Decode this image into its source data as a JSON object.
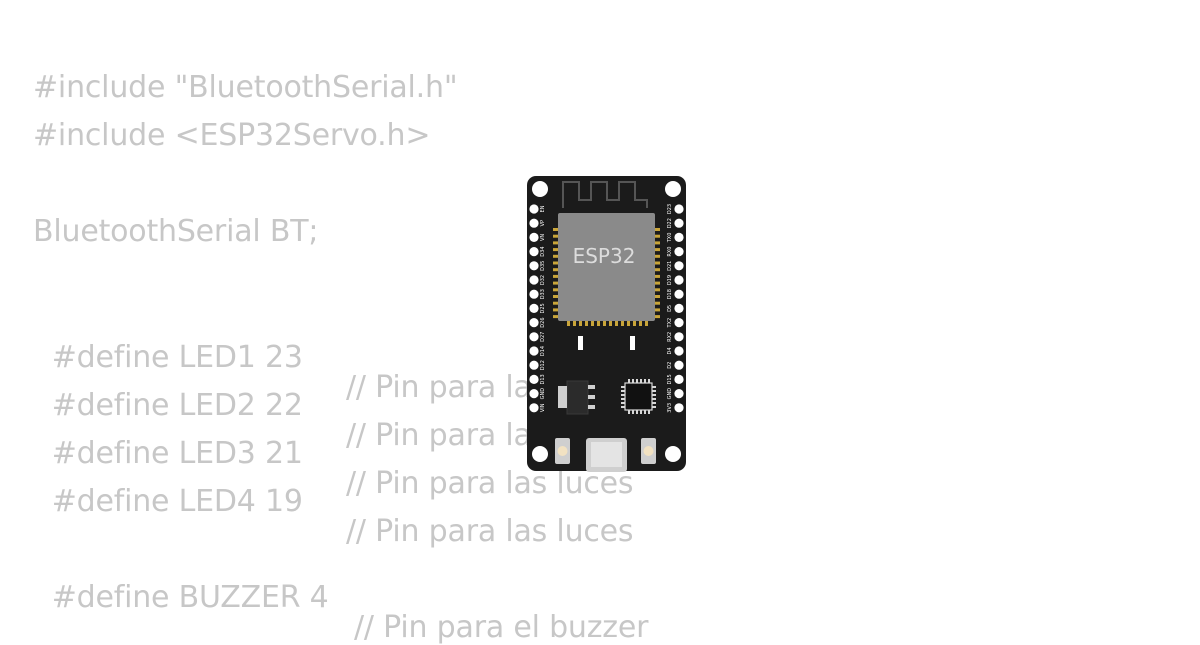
{
  "code": {
    "include1": "#include \"BluetoothSerial.h\"",
    "include2": "#include <ESP32Servo.h>",
    "bt_decl": "BluetoothSerial BT;",
    "led1_define": "#define LED1 23",
    "led1_comment": "// Pin para las luces",
    "led2_define": "#define LED2 22",
    "led2_comment": "// Pin para las luces",
    "led3_define": "#define LED3 21",
    "led3_comment": "// Pin para las luces",
    "led4_define": "#define LED4 19",
    "led4_comment": "// Pin para las luces",
    "buzzer_define": "#define BUZZER 4",
    "buzzer_comment": "// Pin para el buzzer"
  },
  "board": {
    "chip_label": "ESP32",
    "left_pins": [
      "EN",
      "VP",
      "VN",
      "D34",
      "D35",
      "D32",
      "D33",
      "D25",
      "D26",
      "D27",
      "D14",
      "D12",
      "D13",
      "GND",
      "VIN"
    ],
    "right_pins": [
      "D23",
      "D22",
      "TX0",
      "RX0",
      "D21",
      "D19",
      "D18",
      "D5",
      "TX2",
      "RX2",
      "D4",
      "D2",
      "D15",
      "GND",
      "3V3"
    ],
    "colors": {
      "pcb": "#1b1b1b",
      "chip": "#8a8a8a",
      "gold": "#c9a53a"
    }
  }
}
